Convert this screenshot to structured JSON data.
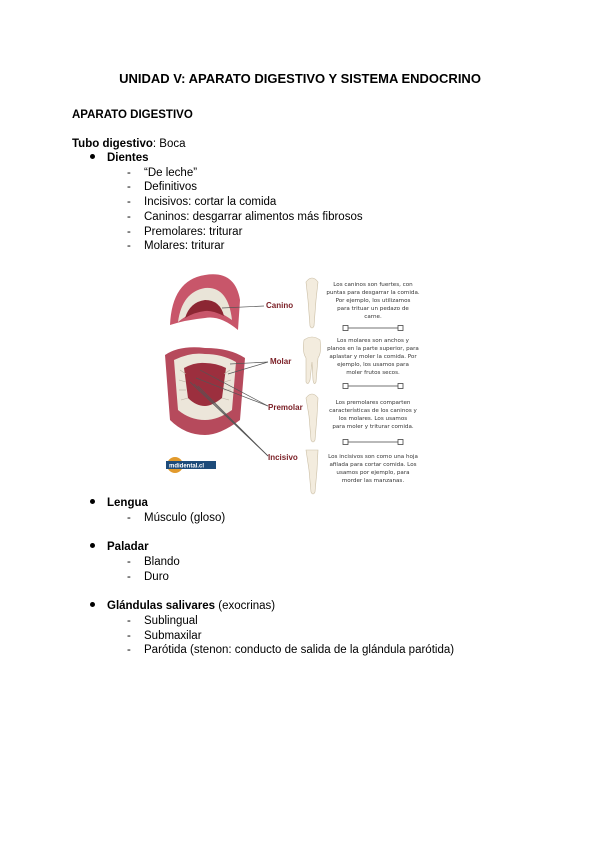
{
  "title": "UNIDAD V: APARATO DIGESTIVO Y SISTEMA ENDOCRINO",
  "section": "APARATO DIGESTIVO",
  "tubo": {
    "label": "Tubo digestivo",
    "value": ": Boca"
  },
  "dientes": {
    "label": "Dientes",
    "items": [
      "“De leche”",
      "Definitivos",
      "Incisivos: cortar la comida",
      "Caninos: desgarrar alimentos más fibrosos",
      "Premolares: triturar",
      "Molares: triturar"
    ]
  },
  "figure": {
    "labels": [
      "Canino",
      "Molar",
      "Premolar",
      "Incisivo"
    ],
    "logo": "mdidental.cl",
    "captions": [
      [
        "Los caninos son fuertes, con",
        "puntas para desgarrar la comida.",
        "Por ejemplo, los utilizamos",
        "para trituar un pedazo de",
        "carne."
      ],
      [
        "Los molares son anchos y",
        "planos en la parte superior, para",
        "aplastar y moler la comida. Por",
        "ejemplo, los usamos para",
        "moler frutos secos."
      ],
      [
        "Los premolares comparten",
        "características de los caninos y",
        "los molares. Los usamos",
        "para moler y triturar comida."
      ],
      [
        "Los incisivos son como una hoja",
        "afilada para cortar comida. Los",
        "usamos por ejemplo, para",
        "morder las manzanas."
      ]
    ]
  },
  "lengua": {
    "label": "Lengua",
    "items": [
      "Músculo (gloso)"
    ]
  },
  "paladar": {
    "label": "Paladar",
    "items": [
      "Blando",
      "Duro"
    ]
  },
  "glandulas": {
    "label": "Glándulas salivares",
    "note": " (exocrinas)",
    "items": [
      "Sublingual",
      "Submaxilar",
      "Parótida (stenon: conducto de salida de la glándula parótida)"
    ]
  },
  "dash": "-"
}
